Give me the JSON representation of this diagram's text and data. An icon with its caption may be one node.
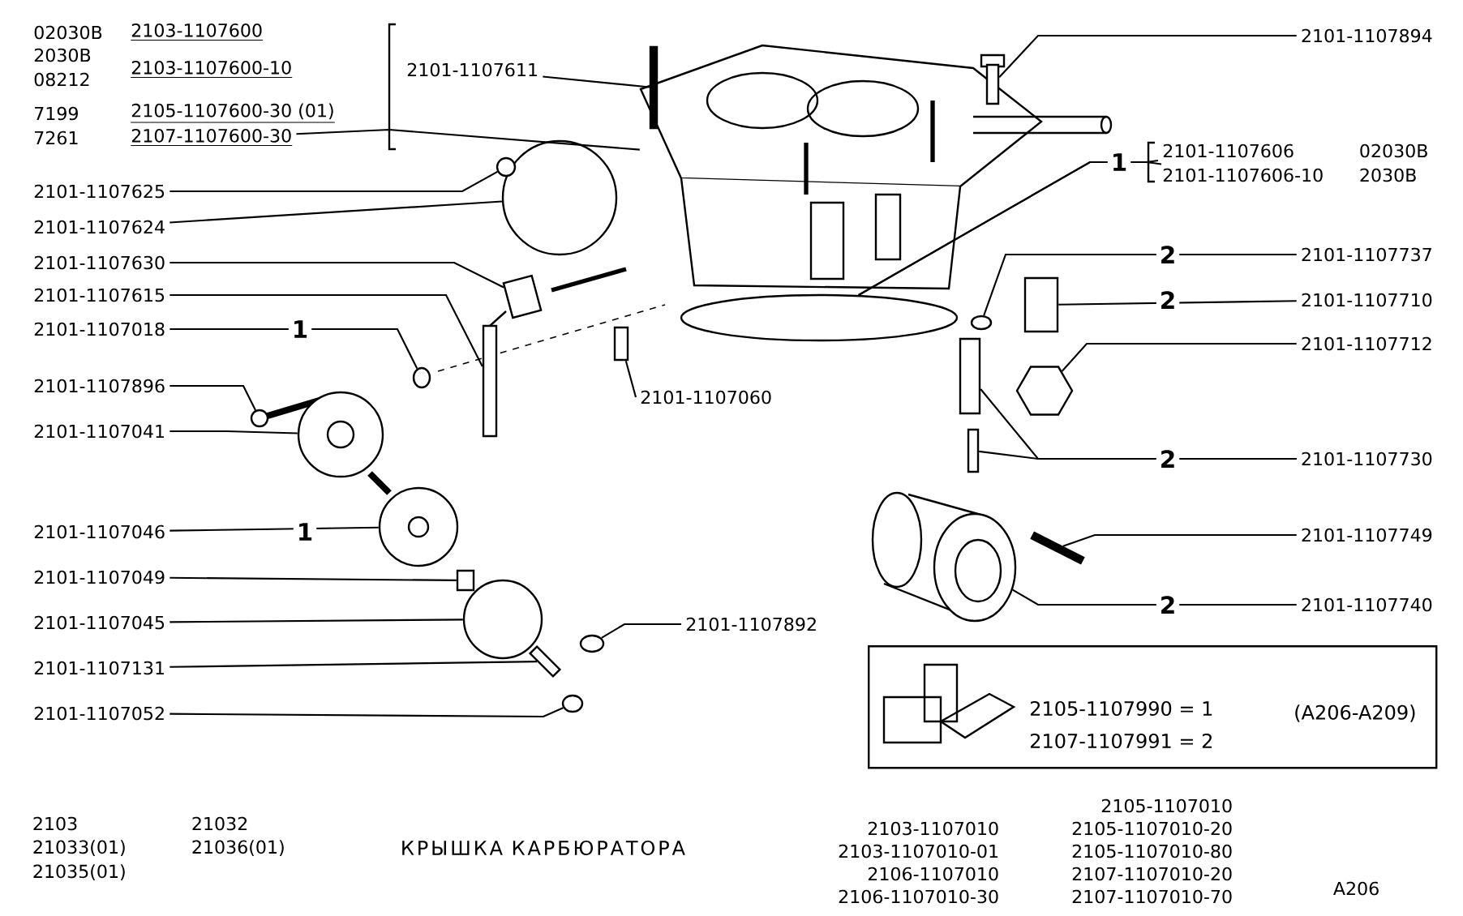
{
  "diagram": {
    "title": "КРЫШКА КАРБЮРАТОРА",
    "nodes": [
      {
        "text": [
          "2103-1107600"
        ],
        "beside": [
          "02030B"
        ]
      },
      {
        "text": [
          "2103-1107600-10"
        ],
        "beside": [
          "2030B",
          "08212"
        ]
      },
      {
        "text": [
          "2105-1107600-30 (01)"
        ],
        "beside": [
          "7199"
        ]
      },
      {
        "text": [
          "2107-1107600-30"
        ],
        "beside": [
          "7261"
        ]
      },
      {
        "text": [
          "2101-1107611"
        ]
      },
      {
        "text": [
          "2101-1107894"
        ]
      },
      {
        "text": [
          "2101-1107606"
        ]
      },
      {
        "text": [
          "2101-1107606-10"
        ]
      },
      {
        "text": [
          "2101-1107625"
        ]
      },
      {
        "text": [
          "2101-1107624"
        ]
      },
      {
        "text": [
          "2101-1107630"
        ]
      },
      {
        "text": [
          "2101-1107615"
        ]
      },
      {
        "text": [
          "2101-1107018"
        ]
      },
      {
        "text": [
          "2101-1107896"
        ]
      },
      {
        "text": [
          "2101-1107041"
        ]
      },
      {
        "text": [
          "2101-1107046"
        ]
      },
      {
        "text": [
          "2101-1107049"
        ]
      },
      {
        "text": [
          "2101-1107045"
        ]
      },
      {
        "text": [
          "2101-1107131"
        ]
      },
      {
        "text": [
          "2101-1107052"
        ]
      },
      {
        "text": [
          "2101-1107060"
        ]
      },
      {
        "text": [
          "2101-1107892"
        ]
      },
      {
        "text": [
          "2101-1107737"
        ]
      },
      {
        "text": [
          "2101-1107710"
        ]
      },
      {
        "text": [
          "2101-1107712"
        ]
      },
      {
        "text": [
          "2101-1107730"
        ]
      },
      {
        "text": [
          "2101-1107749"
        ]
      },
      {
        "text": [
          "2101-1107740"
        ]
      },
      {
        "text": [
          "2105-1107990 = 1",
          "2107-1107991 = 2",
          "(A206-A209)"
        ]
      },
      {
        "text": [],
        "shape": "picture"
      },
      {
        "text": [],
        "shape": "box",
        "in": 29
      },
      {
        "text": [],
        "shape": "picture",
        "in": 29
      },
      {
        "text": [],
        "shape": "ellipse"
      },
      {
        "text": [],
        "shape": "circle"
      },
      {
        "text": [],
        "shape": "circle"
      },
      {
        "text": [],
        "shape": "box"
      },
      {
        "text": [],
        "shape": "box"
      },
      {
        "text": [],
        "shape": "ellipse"
      },
      {
        "text": [],
        "shape": "picture"
      },
      {
        "text": [],
        "shape": "picture"
      },
      {
        "text": [],
        "shape": "picture"
      },
      {
        "text": [],
        "shape": "box"
      },
      {
        "text": [],
        "shape": "circle"
      },
      {
        "text": [],
        "shape": "box"
      },
      {
        "text": [],
        "shape": "ellipse"
      },
      {
        "text": [],
        "shape": "box"
      },
      {
        "text": [],
        "shape": "ellipse"
      },
      {
        "text": [],
        "shape": "ellipse"
      },
      {
        "text": [],
        "shape": "box"
      },
      {
        "text": [],
        "shape": "hexagon"
      },
      {
        "text": [],
        "shape": "box"
      },
      {
        "text": [],
        "shape": "box"
      },
      {
        "text": [],
        "shape": "box"
      },
      {
        "text": [],
        "shape": "picture"
      }
    ],
    "edges": [
      {
        "from": 3,
        "to": 29,
        "arrow": "none"
      },
      {
        "from": 4,
        "to": 30,
        "arrow": "none"
      },
      {
        "from": 5,
        "to": 31,
        "arrow": "none"
      },
      {
        "from": 6,
        "to": 32,
        "arrow": "none",
        "label": "1"
      },
      {
        "from": 7,
        "to": 32,
        "arrow": "none"
      },
      {
        "from": 8,
        "to": 33,
        "arrow": "none"
      },
      {
        "from": 9,
        "to": 34,
        "arrow": "none"
      },
      {
        "from": 10,
        "to": 35,
        "arrow": "none"
      },
      {
        "from": 11,
        "to": 36,
        "arrow": "none"
      },
      {
        "from": 12,
        "to": 37,
        "arrow": "none",
        "label": "1"
      },
      {
        "from": 13,
        "to": 38,
        "arrow": "none"
      },
      {
        "from": 14,
        "to": 39,
        "arrow": "none"
      },
      {
        "from": 15,
        "to": 40,
        "arrow": "none",
        "label": "1"
      },
      {
        "from": 16,
        "to": 41,
        "arrow": "none"
      },
      {
        "from": 17,
        "to": 42,
        "arrow": "none"
      },
      {
        "from": 18,
        "to": 43,
        "arrow": "none"
      },
      {
        "from": 19,
        "to": 44,
        "arrow": "none"
      },
      {
        "from": 20,
        "to": 45,
        "arrow": "none"
      },
      {
        "from": 21,
        "to": 46,
        "arrow": "none"
      },
      {
        "from": 22,
        "to": 47,
        "arrow": "none",
        "label": "2"
      },
      {
        "from": 23,
        "to": 48,
        "arrow": "none",
        "label": "2"
      },
      {
        "from": 24,
        "to": 49,
        "arrow": "none"
      },
      {
        "from": 25,
        "to": 50,
        "arrow": "none",
        "label": "2"
      },
      {
        "from": 25,
        "to": 51,
        "arrow": "none"
      },
      {
        "from": 26,
        "to": 52,
        "arrow": "none"
      },
      {
        "from": 27,
        "to": 53,
        "arrow": "none",
        "label": "2"
      }
    ],
    "labels": [
      "02030B",
      "2030B",
      "2103",
      "21032",
      "21033(01)",
      "21036(01)",
      "21035(01)",
      "2105-1107010",
      "2103-1107010",
      "2105-1107010-20",
      "2103-1107010-01",
      "2105-1107010-80",
      "2106-1107010",
      "2107-1107010-20",
      "2106-1107010-30",
      "2107-1107010-70",
      "A206"
    ]
  }
}
